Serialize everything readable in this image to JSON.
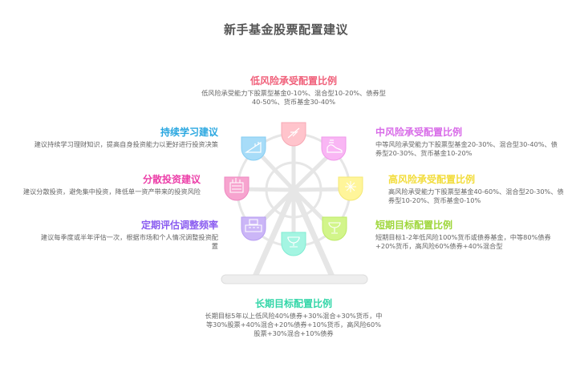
{
  "title": "新手基金股票配置建议",
  "colors": {
    "low_risk": "#f0607a",
    "mid_risk": "#d86be8",
    "high_risk": "#f2dc3a",
    "short_term": "#9ed63a",
    "long_term": "#33d6a8",
    "learning": "#2aa7e0",
    "diversify": "#ec3ea8",
    "review": "#8a5cf0",
    "structure": "#e6e6e6"
  },
  "sections": {
    "low_risk": {
      "title": "低风险承受配置比例",
      "desc": "低风险承受能力下股票型基金0-10%、混合型10-20%、债券型40-50%、货币基金30-40%",
      "icon": "leaf-icon"
    },
    "mid_risk": {
      "title": "中风险承受配置比例",
      "desc": "中等风险承受能力下股票型基金20-30%、混合型30-40%、债券型20-30%、货币基金10-20%",
      "icon": "sneaker-icon"
    },
    "high_risk": {
      "title": "高风险承受配置比例",
      "desc": "高风险承受能力下股票型基金40-60%、混合型20-30%、债券型10-20%、货币基金0-10%",
      "icon": "sparkle-icon"
    },
    "short_term": {
      "title": "短期目标配置比例",
      "desc": "短期目标1-2年低风险100%货币或债券基金，中等80%债券+20%货币，高风险60%债券+40%混合型",
      "icon": "goblet-icon"
    },
    "long_term": {
      "title": "长期目标配置比例",
      "desc": "长期目标5年以上低风险40%债券+30%混合+30%货币，中等30%股票+40%混合+20%债券+10%货币，高风险60%股票+30%混合+10%债券",
      "icon": "trophy-icon"
    },
    "review": {
      "title": "定期评估调整频率",
      "desc": "建议每季度或半年评估一次，根据市场和个人情况调整投资配置",
      "icon": "building-icon"
    },
    "diversify": {
      "title": "分散投资建议",
      "desc": "建议分散投资，避免集中投资，降低单一资产带来的投资风险",
      "icon": "basket-icon"
    },
    "learning": {
      "title": "持续学习建议",
      "desc": "建议持续学习理财知识，提高自身投资能力以更好进行投资决策",
      "icon": "stairs-icon"
    }
  }
}
